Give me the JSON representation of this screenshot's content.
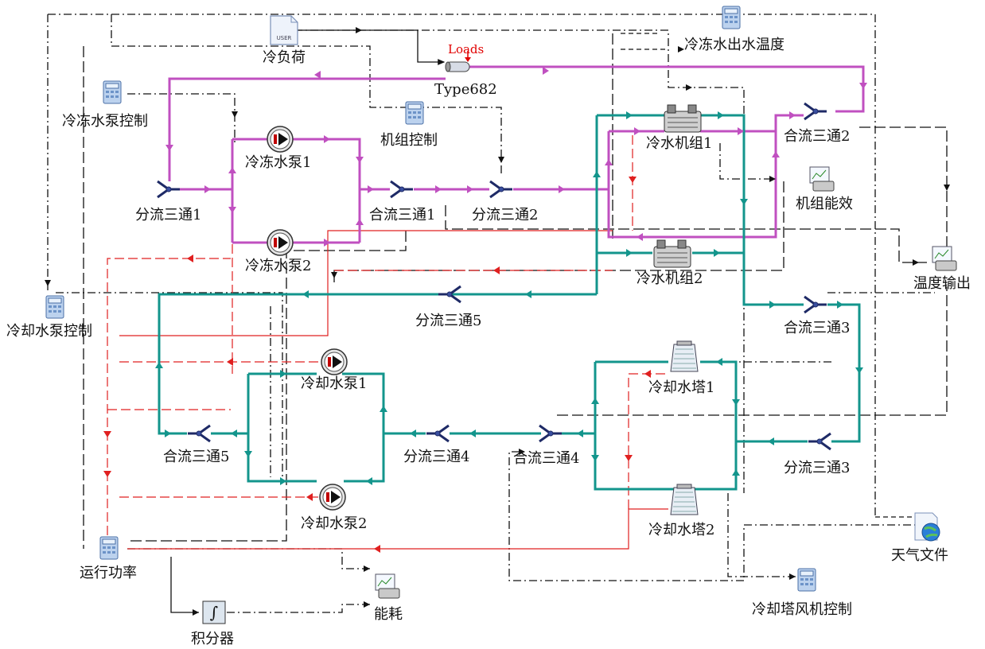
{
  "components": {
    "user_icon_text": "USER",
    "loads": "Loads",
    "type682": "Type682",
    "cooling_load": "冷负荷",
    "chw_supply_temp": "冷冻水出水温度",
    "chw_pump_ctrl": "冷冻水泵控制",
    "unit_ctrl": "机组控制",
    "chw_pump1": "冷冻水泵1",
    "chw_pump2": "冷冻水泵2",
    "div_tee1": "分流三通1",
    "mix_tee1": "合流三通1",
    "div_tee2": "分流三通2",
    "chiller1": "冷水机组1",
    "chiller2": "冷水机组2",
    "mix_tee2": "合流三通2",
    "unit_eff": "机组能效",
    "temp_out": "温度输出",
    "div_tee5": "分流三通5",
    "cw_pump_ctrl": "冷却水泵控制",
    "mix_tee3": "合流三通3",
    "cw_pump1": "冷却水泵1",
    "cooling_tower1": "冷却水塔1",
    "mix_tee5": "合流三通5",
    "div_tee4": "分流三通4",
    "mix_tee4": "合流三通4",
    "div_tee3": "分流三通3",
    "cw_pump2": "冷却水泵2",
    "cooling_tower2": "冷却水塔2",
    "weather_file": "天气文件",
    "run_power": "运行功率",
    "energy": "能耗",
    "integrator": "积分器",
    "tower_fan_ctrl": "冷却塔风机控制"
  },
  "colors": {
    "chilled_water": "#c050c0",
    "cooling_water": "#13958c",
    "control_signal": "#e02020",
    "link": "#111111"
  }
}
